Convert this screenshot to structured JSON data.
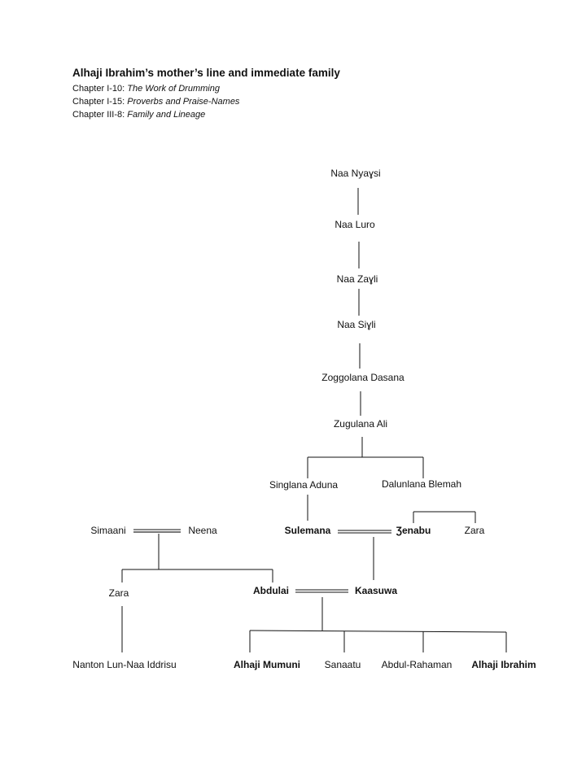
{
  "header": {
    "title": "Alhaji Ibrahim’s mother’s line and immediate family",
    "refs": [
      {
        "prefix": "Chapter I-10: ",
        "work": "The Work of Drumming"
      },
      {
        "prefix": "Chapter I-15: ",
        "work": "Proverbs and Praise-Names"
      },
      {
        "prefix": "Chapter III-8: ",
        "work": "Family and Lineage"
      }
    ]
  },
  "nodes": {
    "naa_nyaysi": "Naa Nyaɣsi",
    "naa_luro": "Naa Luro",
    "naa_zayli": "Naa Zaɣli",
    "naa_siyli": "Naa Siɣli",
    "zoggolana_dasana": "Zoggolana Dasana",
    "zugulana_ali": "Zugulana Ali",
    "singlana_aduna": "Singlana  Aduna",
    "dalunlana_blemah": "Dalunlana Blemah",
    "simaani": "Simaani",
    "neena": "Neena",
    "sulemana": "Sulemana",
    "zenabu": "Ʒenabu",
    "zara_sister": "Zara",
    "zara_daughter": "Zara",
    "abdulai": "Abdulai",
    "kaasuwa": "Kaasuwa",
    "nanton": "Nanton Lun-Naa  Iddrisu",
    "alhaji_mumuni": "Alhaji Mumuni",
    "sanaatu": "Sanaatu",
    "abdul_rahaman": "Abdul-Rahaman",
    "alhaji_ibrahim": "Alhaji Ibrahim"
  }
}
